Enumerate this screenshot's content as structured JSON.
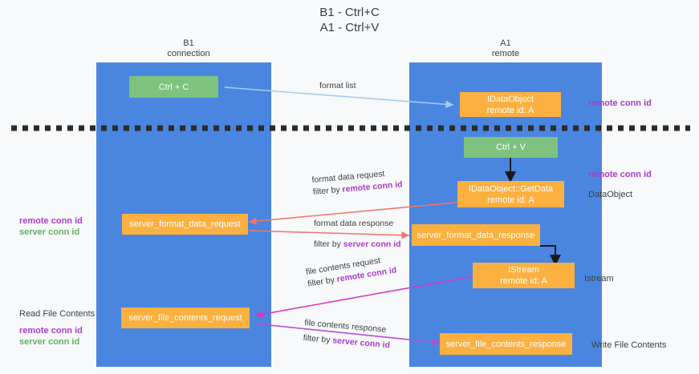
{
  "title": "B1 - Ctrl+C\nA1 - Ctrl+V",
  "columns": [
    {
      "name": "b1-connection",
      "header": "B1\nconnection"
    },
    {
      "name": "a1-remote",
      "header": "A1\nremote"
    }
  ],
  "colors": {
    "lane": "#4a86e0",
    "green_box": "#7dc37f",
    "orange_box": "#fbb040",
    "purple_text": "#a83ccb",
    "green_text": "#5faf63",
    "arrow_blue": "#a6cdf0",
    "arrow_red": "#f2756a",
    "arrow_magenta": "#d63ac0",
    "arrow_purple": "#b34fd6",
    "arrow_black": "#1a1a1a",
    "background": "#f8f9fa"
  },
  "boxes": {
    "ctrl_c": "Ctrl + C",
    "ctrl_v": "Ctrl + V",
    "idataobject": "IDataObject\nremote id: A",
    "idataobject_getdata": "IDataObject::GetData\nremote id: A",
    "istream": "IStream\nremote id: A",
    "server_format_data_request": "server_format_data_request",
    "server_format_data_response": "server_format_data_response",
    "server_file_contents_request": "server_file_contents_request",
    "server_file_contents_response": "server_file_contents_response"
  },
  "edge_labels": {
    "format_list": "format list",
    "format_data_request": "format data request",
    "format_data_request_filter_prefix": "filter by ",
    "format_data_request_filter_value": "remote conn id",
    "format_data_response": "format data response",
    "format_data_response_filter_prefix": "filter by ",
    "format_data_response_filter_value": "server conn id",
    "file_contents_request": "file contents request",
    "file_contents_request_filter_prefix": "filter by ",
    "file_contents_request_filter_value": "remote conn id",
    "file_contents_response": "file contents response",
    "file_contents_response_filter_prefix": "filter by ",
    "file_contents_response_filter_value": "server conn id"
  },
  "right_labels": {
    "remote_conn_id_top": "remote conn id",
    "remote_conn_id_mid": "remote conn id",
    "dataobject": "DataObject",
    "istream": "Istream",
    "write_file_contents": "Write File Contents"
  },
  "left_labels": {
    "remote_conn_id": "remote conn id",
    "server_conn_id": "server conn id",
    "read_file_contents": "Read File Contents",
    "remote_conn_id_2": "remote conn id",
    "server_conn_id_2": "server conn id"
  }
}
